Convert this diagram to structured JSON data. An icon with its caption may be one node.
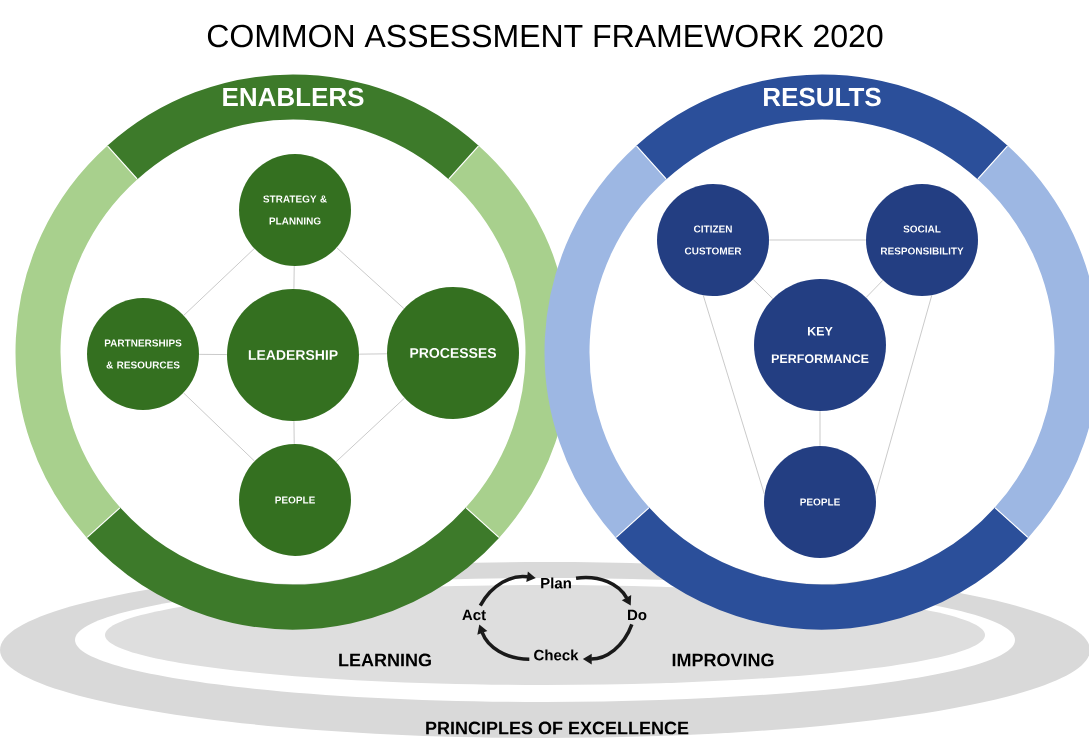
{
  "diagram": {
    "title": "COMMON ASSESSMENT FRAMEWORK 2020",
    "nodes": [
      {
        "text": [
          "ENABLERS"
        ]
      },
      {
        "text": [
          "STRATEGY & PLANNING"
        ],
        "in": 0
      },
      {
        "text": [
          "PARTNERSHIPS & RESOURCES"
        ],
        "in": 0
      },
      {
        "text": [
          "LEADERSHIP"
        ],
        "in": 0
      },
      {
        "text": [
          "PROCESSES"
        ],
        "in": 0
      },
      {
        "text": [
          "PEOPLE"
        ],
        "in": 0
      },
      {
        "text": [
          "RESULTS"
        ]
      },
      {
        "text": [
          "CITIZEN CUSTOMER"
        ],
        "in": 6
      },
      {
        "text": [
          "SOCIAL RESPONSIBILITY"
        ],
        "in": 6
      },
      {
        "text": [
          "KEY PERFORMANCE"
        ],
        "in": 6
      },
      {
        "text": [
          "PEOPLE"
        ],
        "in": 6
      },
      {
        "text": [
          "Plan"
        ]
      },
      {
        "text": [
          "Do"
        ]
      },
      {
        "text": [
          "Check"
        ]
      },
      {
        "text": [
          "Act"
        ]
      }
    ],
    "edges": [
      {
        "from": 1,
        "to": 2,
        "arrow": "none"
      },
      {
        "from": 1,
        "to": 3,
        "arrow": "none"
      },
      {
        "from": 1,
        "to": 4,
        "arrow": "none"
      },
      {
        "from": 2,
        "to": 3,
        "arrow": "none"
      },
      {
        "from": 3,
        "to": 4,
        "arrow": "none"
      },
      {
        "from": 2,
        "to": 5,
        "arrow": "none"
      },
      {
        "from": 3,
        "to": 5,
        "arrow": "none"
      },
      {
        "from": 4,
        "to": 5,
        "arrow": "none"
      },
      {
        "from": 7,
        "to": 8,
        "arrow": "none"
      },
      {
        "from": 7,
        "to": 9,
        "arrow": "none"
      },
      {
        "from": 8,
        "to": 9,
        "arrow": "none"
      },
      {
        "from": 9,
        "to": 10,
        "arrow": "none"
      },
      {
        "from": 7,
        "to": 10,
        "arrow": "none"
      },
      {
        "from": 8,
        "to": 10,
        "arrow": "none"
      },
      {
        "from": 11,
        "to": 12,
        "arrow": "to",
        "style": "thick",
        "color": "#1a1a1a"
      },
      {
        "from": 12,
        "to": 13,
        "arrow": "to",
        "style": "thick",
        "color": "#1a1a1a"
      },
      {
        "from": 13,
        "to": 14,
        "arrow": "to",
        "style": "thick",
        "color": "#1a1a1a"
      },
      {
        "from": 14,
        "to": 11,
        "arrow": "to",
        "style": "thick",
        "color": "#1a1a1a"
      }
    ],
    "labels": [
      "LEARNING",
      "IMPROVING",
      "PRINCIPLES OF EXCELLENCE"
    ]
  }
}
